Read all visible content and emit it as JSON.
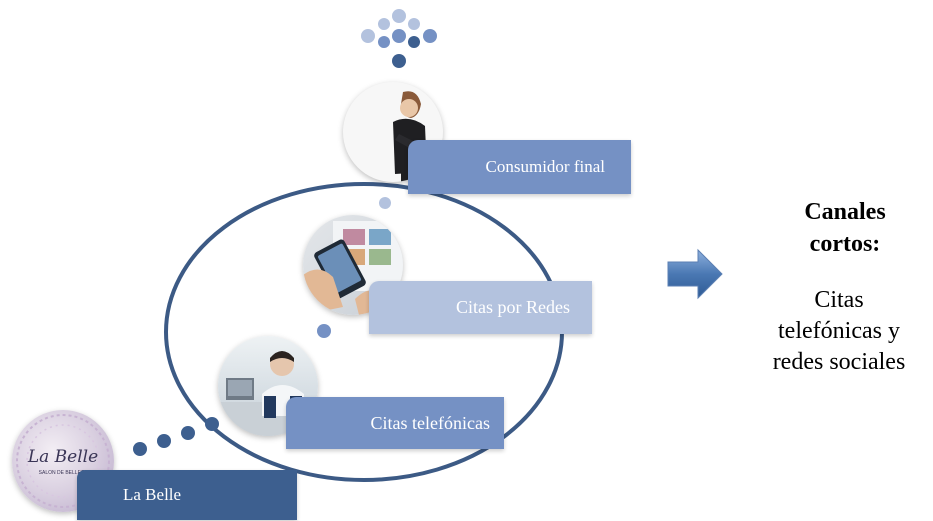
{
  "colors": {
    "dark_blue": "#3d5f8f",
    "mid_blue": "#7591c4",
    "light_blue": "#b3c2de",
    "ellipse_stroke": "#3c5a85",
    "arrow_blue": "#4a78b3"
  },
  "stages": [
    {
      "label": "La Belle",
      "logo_text": "La Belle",
      "logo_subtext": "SALON DE BELLEZA",
      "image_icon": "salon-logo-icon"
    },
    {
      "label": "Citas telefónicas",
      "image_icon": "receptionist-phone-photo-icon"
    },
    {
      "label": "Citas por Redes",
      "image_icon": "hands-phone-social-photo-icon"
    },
    {
      "label": "Consumidor final",
      "image_icon": "woman-consumer-photo-icon"
    }
  ],
  "conclusion": {
    "title_line1": "Canales",
    "title_line2": "cortos:",
    "body_line1": "Citas",
    "body_line2": "telefónicas y",
    "body_line3": "redes sociales"
  },
  "icons": {
    "arrow": "right-arrow-icon",
    "dots": "dot-connector-icon"
  }
}
